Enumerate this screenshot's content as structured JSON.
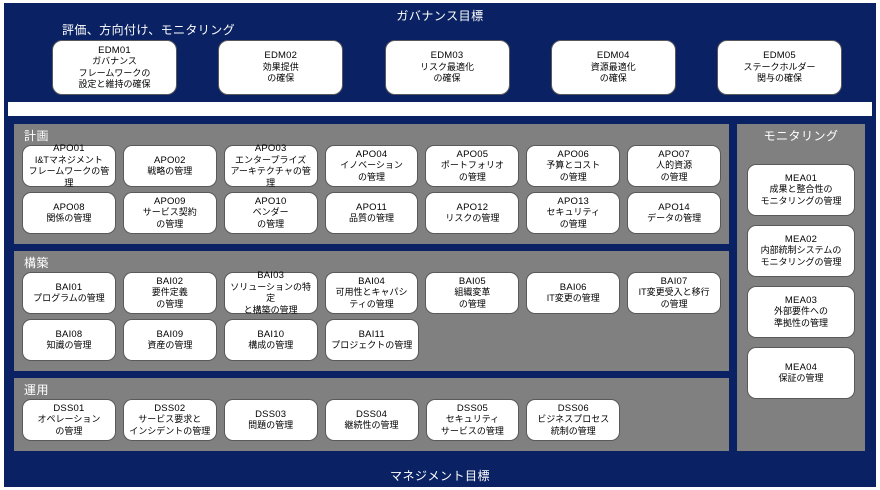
{
  "governance": {
    "title": "ガバナンス目標",
    "sublabel": "評価、方向付け、モニタリング",
    "boxes": [
      {
        "code": "EDM01",
        "name": "ガバナンス\nフレームワークの\n設定と維持の確保"
      },
      {
        "code": "EDM02",
        "name": "効果提供\nの確保"
      },
      {
        "code": "EDM03",
        "name": "リスク最適化\nの確保"
      },
      {
        "code": "EDM04",
        "name": "資源最適化\nの確保"
      },
      {
        "code": "EDM05",
        "name": "ステークホルダー\n関与の確保"
      }
    ]
  },
  "management": {
    "title": "マネジメント目標",
    "domains": {
      "apo": {
        "label": "計画",
        "boxes": [
          {
            "code": "APO01",
            "name": "I&Tマネジメント\nフレームワークの管理"
          },
          {
            "code": "APO02",
            "name": "戦略の管理"
          },
          {
            "code": "APO03",
            "name": "エンタープライズ\nアーキテクチャの管理"
          },
          {
            "code": "APO04",
            "name": "イノベーション\nの管理"
          },
          {
            "code": "APO05",
            "name": "ポートフォリオ\nの管理"
          },
          {
            "code": "APO06",
            "name": "予算とコスト\nの管理"
          },
          {
            "code": "APO07",
            "name": "人的資源\nの管理"
          },
          {
            "code": "APO08",
            "name": "関係の管理"
          },
          {
            "code": "APO09",
            "name": "サービス契約\nの管理"
          },
          {
            "code": "APO10",
            "name": "ベンダー\nの管理"
          },
          {
            "code": "APO11",
            "name": "品質の管理"
          },
          {
            "code": "APO12",
            "name": "リスクの管理"
          },
          {
            "code": "APO13",
            "name": "セキュリティ\nの管理"
          },
          {
            "code": "APO14",
            "name": "データの管理"
          }
        ]
      },
      "bai": {
        "label": "構築",
        "boxes": [
          {
            "code": "BAI01",
            "name": "プログラムの管理"
          },
          {
            "code": "BAI02",
            "name": "要件定義\nの管理"
          },
          {
            "code": "BAI03",
            "name": "ソリューションの特定\nと構築の管理"
          },
          {
            "code": "BAI04",
            "name": "可用性とキャパシ\nティの管理"
          },
          {
            "code": "BAI05",
            "name": "組織変革\nの管理"
          },
          {
            "code": "BAI06",
            "name": "IT変更の管理"
          },
          {
            "code": "BAI07",
            "name": "IT変更受入と移行\nの管理"
          },
          {
            "code": "BAI08",
            "name": "知識の管理"
          },
          {
            "code": "BAI09",
            "name": "資産の管理"
          },
          {
            "code": "BAI10",
            "name": "構成の管理"
          },
          {
            "code": "BAI11",
            "name": "プロジェクトの管理"
          }
        ]
      },
      "dss": {
        "label": "運用",
        "boxes": [
          {
            "code": "DSS01",
            "name": "オペレーション\nの管理"
          },
          {
            "code": "DSS02",
            "name": "サービス要求と\nインシデントの管理"
          },
          {
            "code": "DSS03",
            "name": "問題の管理"
          },
          {
            "code": "DSS04",
            "name": "継続性の管理"
          },
          {
            "code": "DSS05",
            "name": "セキュリティ\nサービスの管理"
          },
          {
            "code": "DSS06",
            "name": "ビジネスプロセス\n統制の管理"
          }
        ]
      },
      "mea": {
        "label": "モニタリング",
        "boxes": [
          {
            "code": "MEA01",
            "name": "成果と整合性の\nモニタリングの管理"
          },
          {
            "code": "MEA02",
            "name": "内部統制システムの\nモニタリングの管理"
          },
          {
            "code": "MEA03",
            "name": "外部要件への\n準拠性の管理"
          },
          {
            "code": "MEA04",
            "name": "保証の管理"
          }
        ]
      }
    }
  },
  "colors": {
    "navy": "#0a2263",
    "panel_gray": "#808080",
    "box_white": "#ffffff",
    "box_border": "#59595c"
  }
}
